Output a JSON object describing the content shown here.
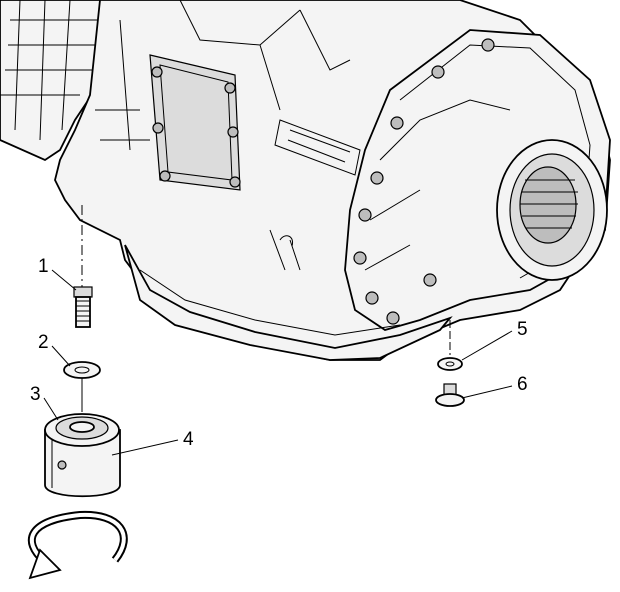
{
  "figure": {
    "callouts": [
      {
        "id": "1",
        "label": "1",
        "part": "drain-plug-stud"
      },
      {
        "id": "2",
        "label": "2",
        "part": "washer"
      },
      {
        "id": "3",
        "label": "3",
        "part": "filter-top"
      },
      {
        "id": "4",
        "label": "4",
        "part": "oil-filter"
      },
      {
        "id": "5",
        "label": "5",
        "part": "drain-washer"
      },
      {
        "id": "6",
        "label": "6",
        "part": "drain-plug"
      }
    ],
    "colors": {
      "line": "#000000",
      "background": "#ffffff",
      "fill": "#f4f4f4"
    }
  }
}
